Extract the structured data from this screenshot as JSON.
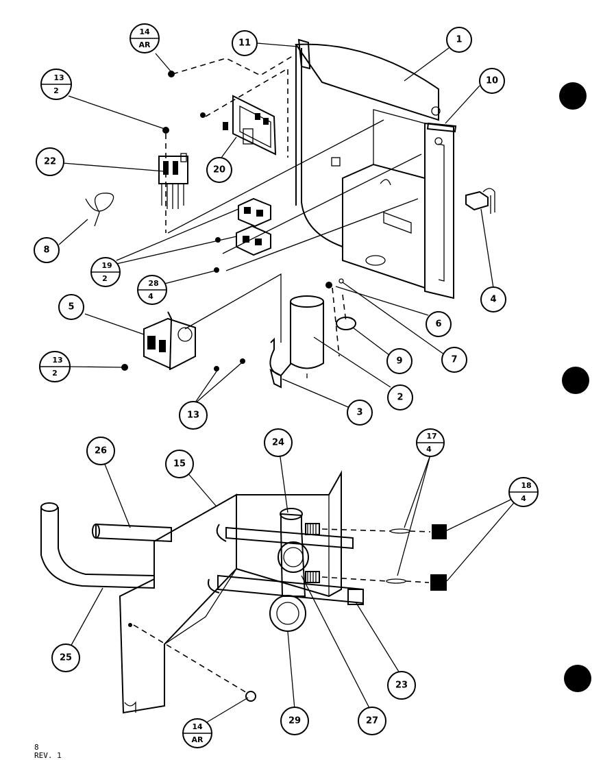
{
  "callouts": {
    "c1": "1",
    "c2": "2",
    "c3": "3",
    "c4": "4",
    "c5": "5",
    "c6": "6",
    "c7": "7",
    "c8": "8",
    "c9": "9",
    "c10": "10",
    "c11": "11",
    "c13": "13",
    "c15": "15",
    "c20": "20",
    "c22": "22",
    "c23": "23",
    "c24": "24",
    "c25": "25",
    "c26": "26",
    "c27": "27",
    "c29": "29"
  },
  "fractions": {
    "f14ar_top": {
      "num": "14",
      "den": "AR"
    },
    "f13_2_top": {
      "num": "13",
      "den": "2"
    },
    "f19_2": {
      "num": "19",
      "den": "2"
    },
    "f28_4": {
      "num": "28",
      "den": "4"
    },
    "f13_2_mid": {
      "num": "13",
      "den": "2"
    },
    "f17_4": {
      "num": "17",
      "den": "4"
    },
    "f18_4": {
      "num": "18",
      "den": "4"
    },
    "f14ar_bot": {
      "num": "14",
      "den": "AR"
    }
  },
  "footer": {
    "page": "8",
    "rev": "REV. 1"
  }
}
